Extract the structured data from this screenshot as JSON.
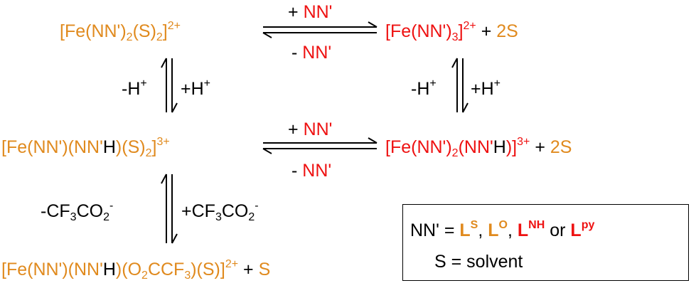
{
  "species": {
    "fe_nn2_s2": {
      "open": "[Fe(NN')",
      "sub1": "2",
      "mid": "(S)",
      "sub2": "2",
      "close": "]",
      "charge": "2+"
    },
    "fe_nn3": {
      "open": "[Fe(NN')",
      "sub1": "3",
      "close": "]",
      "charge": "2+",
      "plus": "+",
      "solvent": "2S"
    },
    "fe_nn_nnh_s2": {
      "p1": "[Fe(NN')(NN'",
      "h": "H",
      "p2": ")(S)",
      "sub": "2",
      "close": "]",
      "charge": "3+"
    },
    "fe_nn2_nnh": {
      "p1": "[Fe(NN')",
      "sub": "2",
      "p2": "(NN'",
      "h": "H",
      "close": ")]",
      "charge": "3+",
      "plus": "+",
      "solvent": "2S"
    },
    "fe_tfa": {
      "p1": "[Fe(NN')(NN'",
      "h": "H",
      "p2": ")(O",
      "sub1": "2",
      "p3": "CCF",
      "sub2": "3",
      "p4": ")(S)]",
      "charge": "2+",
      "plus": "+",
      "solvent": "S"
    }
  },
  "arrows": {
    "top_forward": {
      "sign": "+",
      "ligand": "NN'"
    },
    "top_reverse": {
      "sign": "-",
      "ligand": "NN'"
    },
    "mid_forward": {
      "sign": "+",
      "ligand": "NN'"
    },
    "mid_reverse": {
      "sign": "-",
      "ligand": "NN'"
    },
    "left_upper_minus": {
      "text": "-H",
      "charge": "+"
    },
    "left_upper_plus": {
      "text": "+H",
      "charge": "+"
    },
    "right_minus": {
      "text": "-H",
      "charge": "+"
    },
    "right_plus": {
      "text": "+H",
      "charge": "+"
    },
    "left_lower_minus": {
      "p1": "-CF",
      "sub1": "3",
      "p2": "CO",
      "sub2": "2",
      "charge": "-"
    },
    "left_lower_plus": {
      "p1": "+CF",
      "sub1": "3",
      "p2": "CO",
      "sub2": "2",
      "charge": "-"
    }
  },
  "legend": {
    "lhs": "NN' =",
    "l1": "L",
    "l1_sup": "S",
    "sep1": ",",
    "l2": "L",
    "l2_sup": "O",
    "sep2": ",",
    "l3": "L",
    "l3_sup": "NH",
    "or": "or",
    "l4": "L",
    "l4_sup": "py",
    "line2": "S = solvent"
  },
  "colors": {
    "orange": "#e08a1e",
    "red": "#ee1111",
    "black": "#000000"
  }
}
